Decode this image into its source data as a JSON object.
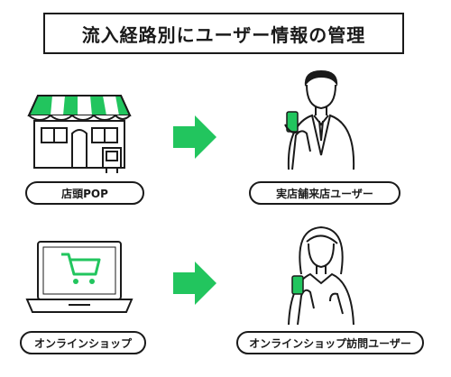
{
  "title": "流入経路別にユーザー情報の管理",
  "rows": [
    {
      "source_label": "店頭POP",
      "source_icon": "store-icon",
      "target_label": "実店舗来店ユーザー",
      "target_icon": "man-with-phone-icon"
    },
    {
      "source_label": "オンラインショップ",
      "source_icon": "laptop-cart-icon",
      "target_label": "オンラインショップ訪問ユーザー",
      "target_icon": "woman-with-phone-icon"
    }
  ],
  "colors": {
    "accent": "#22c55e",
    "stroke": "#1a1a1a",
    "background": "#ffffff"
  }
}
